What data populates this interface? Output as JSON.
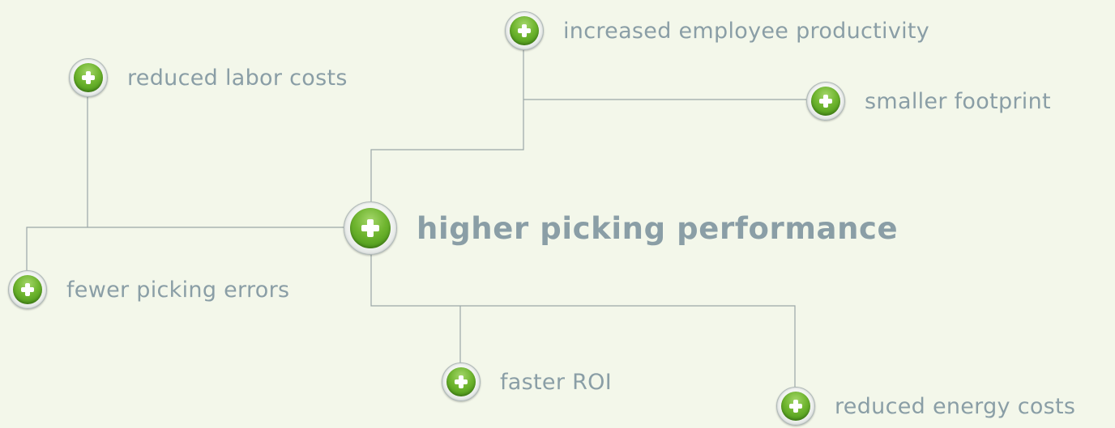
{
  "diagram": {
    "center": {
      "label": "higher picking performance"
    },
    "benefits": {
      "increased_employee_productivity": "increased employee productivity",
      "reduced_labor_costs": "reduced labor costs",
      "smaller_footprint": "smaller footprint",
      "fewer_picking_errors": "fewer picking errors",
      "faster_roi": "faster ROI",
      "reduced_energy_costs": "reduced energy costs"
    },
    "icon": "plus-icon",
    "colors": {
      "background": "#f3f7ea",
      "label": "#8a9ea6",
      "connector": "#9aa7a7",
      "icon_green": "#6fb52f"
    }
  }
}
